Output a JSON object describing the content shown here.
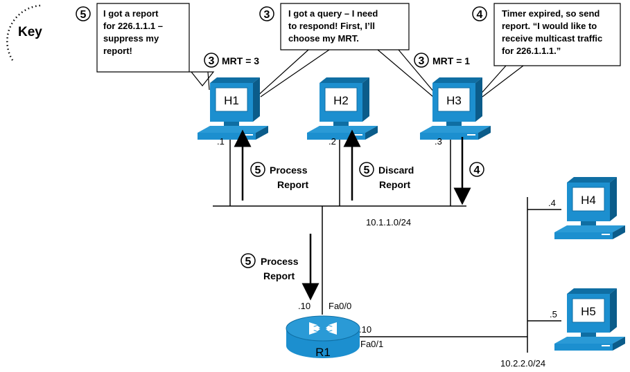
{
  "key_label": "Key",
  "callouts": {
    "h1": {
      "step": "5",
      "lines": [
        "I got a report",
        "for 226.1.1.1 –",
        "suppress my",
        "report!"
      ]
    },
    "middle": {
      "step": "3",
      "lines": [
        "I got a query – I need",
        "to respond! First, I’ll",
        "choose my MRT."
      ]
    },
    "h3": {
      "step": "4",
      "lines": [
        "Timer expired, so send",
        "report. “I would like to",
        "receive multicast traffic",
        "for 226.1.1.1.”"
      ]
    }
  },
  "mrt": {
    "h1": {
      "step": "3",
      "text": "MRT = 3"
    },
    "h3": {
      "step": "3",
      "text": "MRT = 1"
    }
  },
  "hosts": {
    "h1": {
      "name": "H1",
      "addr": ".1"
    },
    "h2": {
      "name": "H2",
      "addr": ".2"
    },
    "h3": {
      "name": "H3",
      "addr": ".3"
    },
    "h4": {
      "name": "H4",
      "addr": ".4"
    },
    "h5": {
      "name": "H5",
      "addr": ".5"
    }
  },
  "router": {
    "name": "R1",
    "fa00": "Fa0/0",
    "fa00_addr": ".10",
    "fa01": "Fa0/1",
    "fa01_addr": ".10"
  },
  "networks": {
    "lan1": "10.1.1.0/24",
    "lan2": "10.2.2.0/24"
  },
  "flows": {
    "h1_up": {
      "step": "5",
      "lines": [
        "Process",
        "Report"
      ]
    },
    "h2_up": {
      "step": "5",
      "lines": [
        "Discard",
        "Report"
      ]
    },
    "h3_down": {
      "step": "4"
    },
    "router_in": {
      "step": "5",
      "lines": [
        "Process",
        "Report"
      ]
    }
  },
  "colors": {
    "pc_blue": "#1c8fcf",
    "pc_dark": "#0f6ea3",
    "screen": "#ffffff",
    "line": "#000000"
  }
}
